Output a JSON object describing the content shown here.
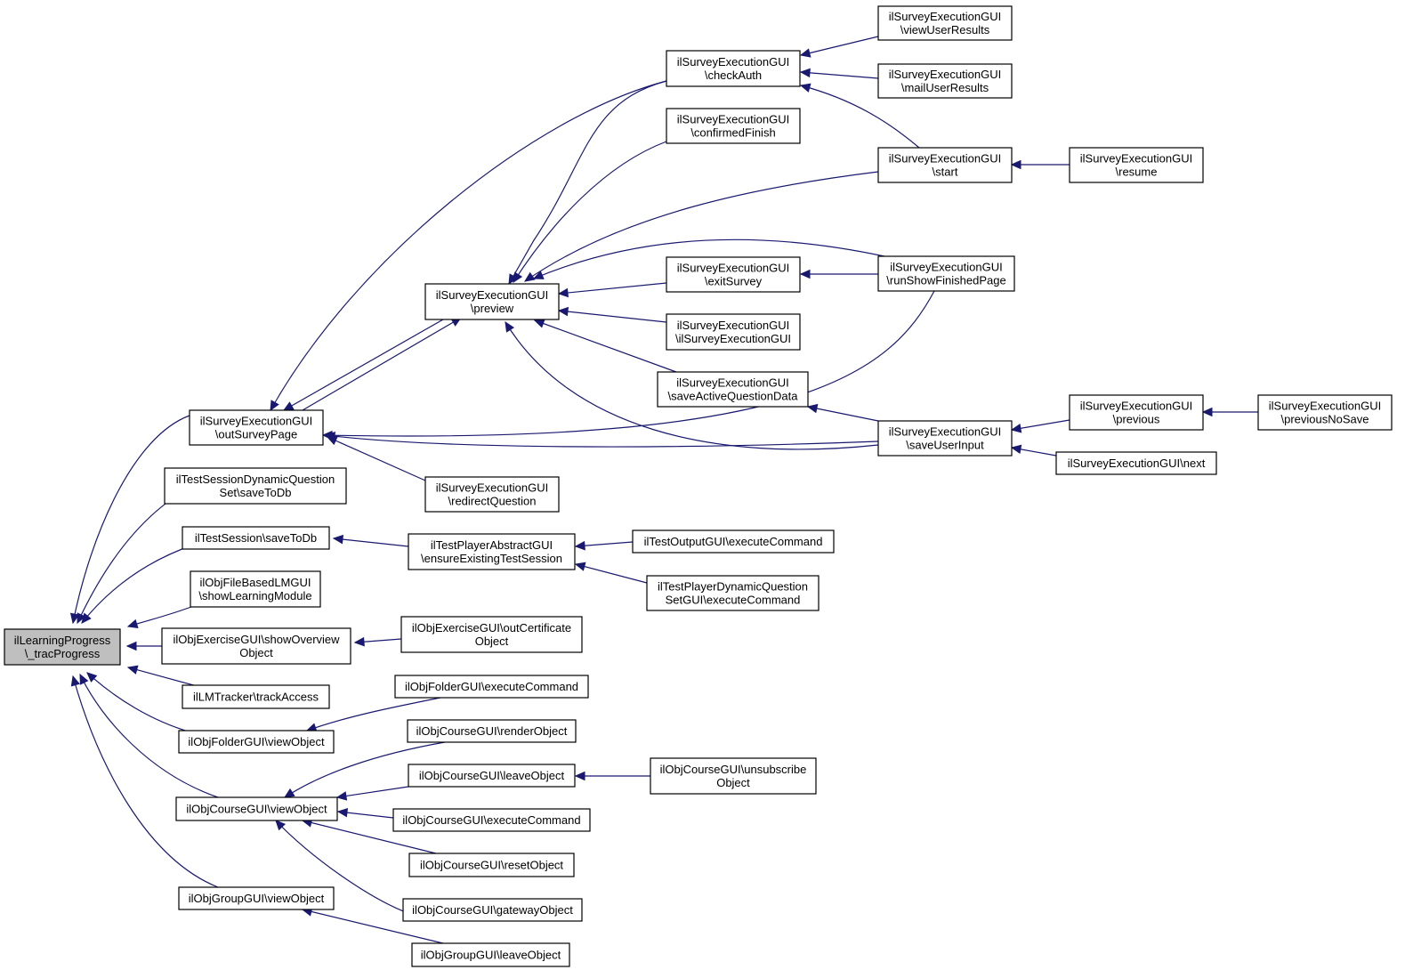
{
  "diagram": {
    "nodes": [
      {
        "id": "root",
        "lines": [
          "ilLearningProgress",
          "\\_tracProgress"
        ],
        "highlight": true
      },
      {
        "id": "outSurveyPage",
        "lines": [
          "ilSurveyExecutionGUI",
          "\\outSurveyPage"
        ]
      },
      {
        "id": "dynSaveToDb",
        "lines": [
          "ilTestSessionDynamicQuestion",
          "Set\\saveToDb"
        ]
      },
      {
        "id": "tsSaveToDb",
        "lines": [
          "ilTestSession\\saveToDb"
        ]
      },
      {
        "id": "showLM",
        "lines": [
          "ilObjFileBasedLMGUI",
          "\\showLearningModule"
        ]
      },
      {
        "id": "exShowOverview",
        "lines": [
          "ilObjExerciseGUI\\showOverview",
          "Object"
        ]
      },
      {
        "id": "trackAccess",
        "lines": [
          "ilLMTracker\\trackAccess"
        ]
      },
      {
        "id": "folderView",
        "lines": [
          "ilObjFolderGUI\\viewObject"
        ]
      },
      {
        "id": "courseView",
        "lines": [
          "ilObjCourseGUI\\viewObject"
        ]
      },
      {
        "id": "groupView",
        "lines": [
          "ilObjGroupGUI\\viewObject"
        ]
      },
      {
        "id": "preview",
        "lines": [
          "ilSurveyExecutionGUI",
          "\\preview"
        ]
      },
      {
        "id": "redirectQ",
        "lines": [
          "ilSurveyExecutionGUI",
          "\\redirectQuestion"
        ]
      },
      {
        "id": "ensureSession",
        "lines": [
          "ilTestPlayerAbstractGUI",
          "\\ensureExistingTestSession"
        ]
      },
      {
        "id": "outCertificate",
        "lines": [
          "ilObjExerciseGUI\\outCertificate",
          "Object"
        ]
      },
      {
        "id": "folderExec",
        "lines": [
          "ilObjFolderGUI\\executeCommand"
        ]
      },
      {
        "id": "courseRender",
        "lines": [
          "ilObjCourseGUI\\renderObject"
        ]
      },
      {
        "id": "courseLeave",
        "lines": [
          "ilObjCourseGUI\\leaveObject"
        ]
      },
      {
        "id": "courseExec",
        "lines": [
          "ilObjCourseGUI\\executeCommand"
        ]
      },
      {
        "id": "courseReset",
        "lines": [
          "ilObjCourseGUI\\resetObject"
        ]
      },
      {
        "id": "courseGateway",
        "lines": [
          "ilObjCourseGUI\\gatewayObject"
        ]
      },
      {
        "id": "groupLeave",
        "lines": [
          "ilObjGroupGUI\\leaveObject"
        ]
      },
      {
        "id": "checkAuth",
        "lines": [
          "ilSurveyExecutionGUI",
          "\\checkAuth"
        ]
      },
      {
        "id": "confirmedFinish",
        "lines": [
          "ilSurveyExecutionGUI",
          "\\confirmedFinish"
        ]
      },
      {
        "id": "exitSurvey",
        "lines": [
          "ilSurveyExecutionGUI",
          "\\exitSurvey"
        ]
      },
      {
        "id": "ctor",
        "lines": [
          "ilSurveyExecutionGUI",
          "\\ilSurveyExecutionGUI"
        ]
      },
      {
        "id": "saveActive",
        "lines": [
          "ilSurveyExecutionGUI",
          "\\saveActiveQuestionData"
        ]
      },
      {
        "id": "testOutputExec",
        "lines": [
          "ilTestOutputGUI\\executeCommand"
        ]
      },
      {
        "id": "dynQSetExec",
        "lines": [
          "ilTestPlayerDynamicQuestion",
          "SetGUI\\executeCommand"
        ]
      },
      {
        "id": "courseUnsub",
        "lines": [
          "ilObjCourseGUI\\unsubscribe",
          "Object"
        ]
      },
      {
        "id": "viewUserResults",
        "lines": [
          "ilSurveyExecutionGUI",
          "\\viewUserResults"
        ]
      },
      {
        "id": "mailUserResults",
        "lines": [
          "ilSurveyExecutionGUI",
          "\\mailUserResults"
        ]
      },
      {
        "id": "start",
        "lines": [
          "ilSurveyExecutionGUI",
          "\\start"
        ]
      },
      {
        "id": "runShowFinished",
        "lines": [
          "ilSurveyExecutionGUI",
          "\\runShowFinishedPage"
        ]
      },
      {
        "id": "saveUserInput",
        "lines": [
          "ilSurveyExecutionGUI",
          "\\saveUserInput"
        ]
      },
      {
        "id": "resume",
        "lines": [
          "ilSurveyExecutionGUI",
          "\\resume"
        ]
      },
      {
        "id": "previous",
        "lines": [
          "ilSurveyExecutionGUI",
          "\\previous"
        ]
      },
      {
        "id": "next",
        "lines": [
          "ilSurveyExecutionGUI\\next"
        ]
      },
      {
        "id": "previousNoSave",
        "lines": [
          "ilSurveyExecutionGUI",
          "\\previousNoSave"
        ]
      }
    ],
    "edges": [
      {
        "from": "outSurveyPage",
        "to": "root"
      },
      {
        "from": "dynSaveToDb",
        "to": "root"
      },
      {
        "from": "tsSaveToDb",
        "to": "root"
      },
      {
        "from": "showLM",
        "to": "root"
      },
      {
        "from": "exShowOverview",
        "to": "root"
      },
      {
        "from": "trackAccess",
        "to": "root"
      },
      {
        "from": "folderView",
        "to": "root"
      },
      {
        "from": "courseView",
        "to": "root"
      },
      {
        "from": "groupView",
        "to": "root"
      },
      {
        "from": "preview",
        "to": "outSurveyPage"
      },
      {
        "from": "outSurveyPage",
        "to": "preview"
      },
      {
        "from": "redirectQ",
        "to": "outSurveyPage"
      },
      {
        "from": "checkAuth",
        "to": "outSurveyPage"
      },
      {
        "from": "saveUserInput",
        "to": "outSurveyPage"
      },
      {
        "from": "runShowFinished",
        "to": "outSurveyPage"
      },
      {
        "from": "ensureSession",
        "to": "tsSaveToDb"
      },
      {
        "from": "outCertificate",
        "to": "exShowOverview"
      },
      {
        "from": "folderExec",
        "to": "folderView"
      },
      {
        "from": "courseRender",
        "to": "courseView"
      },
      {
        "from": "courseLeave",
        "to": "courseView"
      },
      {
        "from": "courseExec",
        "to": "courseView"
      },
      {
        "from": "courseReset",
        "to": "courseView"
      },
      {
        "from": "courseGateway",
        "to": "courseView"
      },
      {
        "from": "groupLeave",
        "to": "groupView"
      },
      {
        "from": "checkAuth",
        "to": "preview"
      },
      {
        "from": "confirmedFinish",
        "to": "preview"
      },
      {
        "from": "start",
        "to": "preview"
      },
      {
        "from": "runShowFinished",
        "to": "preview"
      },
      {
        "from": "exitSurvey",
        "to": "preview"
      },
      {
        "from": "ctor",
        "to": "preview"
      },
      {
        "from": "saveActive",
        "to": "preview"
      },
      {
        "from": "saveUserInput",
        "to": "preview"
      },
      {
        "from": "testOutputExec",
        "to": "ensureSession"
      },
      {
        "from": "dynQSetExec",
        "to": "ensureSession"
      },
      {
        "from": "courseUnsub",
        "to": "courseLeave"
      },
      {
        "from": "viewUserResults",
        "to": "checkAuth"
      },
      {
        "from": "mailUserResults",
        "to": "checkAuth"
      },
      {
        "from": "start",
        "to": "checkAuth"
      },
      {
        "from": "runShowFinished",
        "to": "exitSurvey"
      },
      {
        "from": "saveUserInput",
        "to": "saveActive"
      },
      {
        "from": "resume",
        "to": "start"
      },
      {
        "from": "previous",
        "to": "saveUserInput"
      },
      {
        "from": "next",
        "to": "saveUserInput"
      },
      {
        "from": "previousNoSave",
        "to": "previous"
      }
    ]
  }
}
